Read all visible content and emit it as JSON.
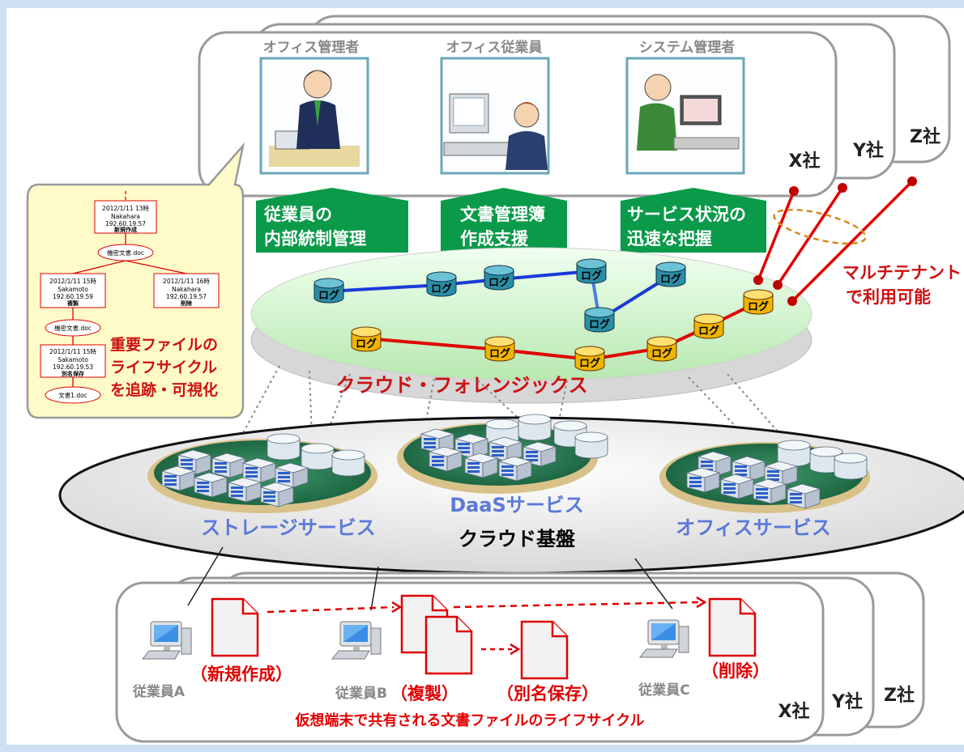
{
  "companies": {
    "x": "X社",
    "y": "Y社",
    "z": "Z社"
  },
  "roles": [
    {
      "title": "オフィス管理者",
      "icon": "office-manager-person"
    },
    {
      "title": "オフィス従業員",
      "icon": "office-employee-person"
    },
    {
      "title": "システム管理者",
      "icon": "system-admin-person"
    }
  ],
  "features": [
    {
      "line1": "従業員の",
      "line2": "内部統制管理"
    },
    {
      "line1": "文書管理簿",
      "line2": "作成支援"
    },
    {
      "line1": "サービス状況の",
      "line2": "迅速な把握"
    }
  ],
  "multitenant": {
    "line1": "マルチテナント",
    "line2": "で利用可能"
  },
  "log_label": "ログ",
  "forensics_label": "クラウド・フォレンジックス",
  "cloud": {
    "base_label": "クラウド基盤",
    "services": [
      "ストレージサービス",
      "DaaSサービス",
      "オフィスサービス"
    ]
  },
  "lifecycle": {
    "nodes": [
      {
        "time": "2012/1/11 13時",
        "user": "Nakahara",
        "ip": "192.60.19.57",
        "action": "新規作成"
      },
      {
        "time": "2012/1/11 15時",
        "user": "Sakamoto",
        "ip": "192.60.19.59",
        "action": "複製"
      },
      {
        "time": "2012/1/11 16時",
        "user": "Nakahara",
        "ip": "192.60.19.57",
        "action": "削除"
      },
      {
        "time": "2012/1/11 15時",
        "user": "Sakamoto",
        "ip": "192.60.19.53",
        "action": "別名保存"
      }
    ],
    "files": [
      "機密文書.doc",
      "機密文書.doc",
      "文書1.doc"
    ],
    "caption": [
      "重要ファイルの",
      "ライフサイクル",
      "を追跡・可視化"
    ]
  },
  "terminals": {
    "employees": [
      "従業員A",
      "従業員B",
      "従業員C"
    ],
    "actions": [
      "（新規作成）",
      "（複製）",
      "（別名保存）",
      "（削除）"
    ],
    "caption": "仮想端末で共有される文書ファイルのライフサイクル"
  },
  "colors": {
    "accent_red": "#e00000",
    "green": "#0a9a4a",
    "service_blue": "#5b79d8",
    "forensics_red": "#cc1111"
  }
}
